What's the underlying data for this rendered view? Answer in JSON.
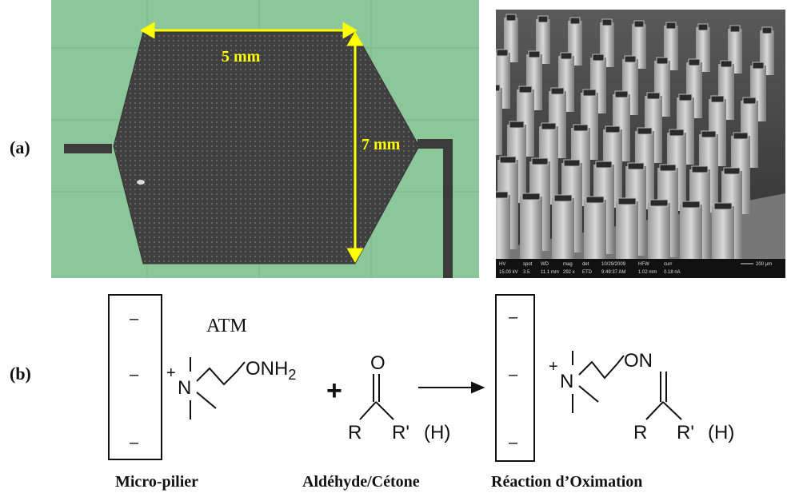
{
  "panels": {
    "a_label": "(a)",
    "b_label": "(b)"
  },
  "photo": {
    "width_label": "5 mm",
    "height_label": "7 mm",
    "arrow_color": "#ffff00",
    "background_color": "#8cc79a"
  },
  "sem": {
    "headers": [
      "HV",
      "spot",
      "WD",
      "mag",
      "det",
      "10/29/2009",
      "HFW",
      "curr"
    ],
    "values": [
      "15.00 kV",
      "3.5",
      "11.1 mm",
      "292 x",
      "ETD",
      "9:49:37 AM",
      "1.02 mm",
      "0.18 nA"
    ],
    "scale": "200 µm"
  },
  "reaction": {
    "reagent_label": "ATM",
    "minus": "–",
    "plus_charge": "+",
    "n_atom": "N",
    "onh2": "ONH",
    "subscript_2": "2",
    "plus_sign": "+",
    "o_atom": "O",
    "r": "R",
    "r_prime": "R'",
    "h": "(H)",
    "on": "ON",
    "n_imine": "N"
  },
  "captions": {
    "pillar": "Micro-pilier",
    "carbonyl": "Aldéhyde/Cétone",
    "reaction": "Réaction d’Oximation"
  }
}
